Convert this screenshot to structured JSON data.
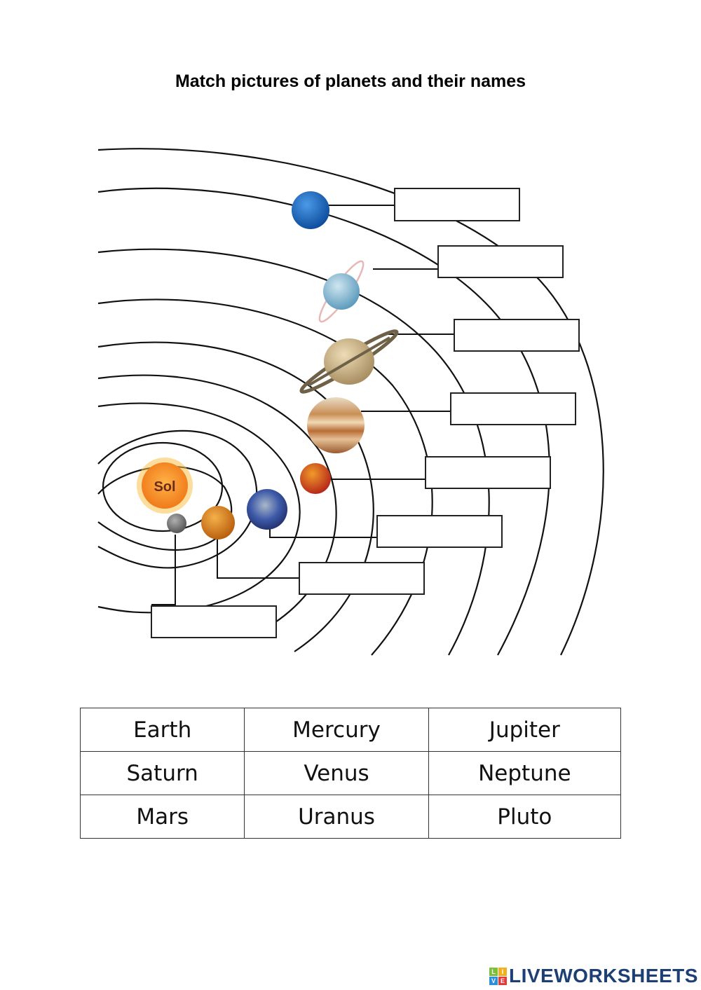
{
  "page": {
    "title": "Match pictures of planets and their names"
  },
  "diagram": {
    "sun_label": "Sol",
    "planets": [
      {
        "id": "mercury-image",
        "color": "#8a8a8a"
      },
      {
        "id": "venus-image",
        "color": "#e08a1e"
      },
      {
        "id": "earth-image",
        "color": "#3e5aa8"
      },
      {
        "id": "mars-image",
        "color": "#d4471c"
      },
      {
        "id": "jupiter-image",
        "color": "#c98f55"
      },
      {
        "id": "saturn-image",
        "color": "#cdb489"
      },
      {
        "id": "uranus-image",
        "color": "#8fbfd8"
      },
      {
        "id": "neptune-image",
        "color": "#1f6bc0"
      }
    ],
    "answer_boxes": [
      {
        "value": ""
      },
      {
        "value": ""
      },
      {
        "value": ""
      },
      {
        "value": ""
      },
      {
        "value": ""
      },
      {
        "value": ""
      },
      {
        "value": ""
      },
      {
        "value": ""
      }
    ]
  },
  "word_bank": {
    "rows": [
      [
        "Earth",
        "Mercury",
        "Jupiter"
      ],
      [
        "Saturn",
        "Venus",
        "Neptune"
      ],
      [
        "Mars",
        "Uranus",
        "Pluto"
      ]
    ]
  },
  "footer": {
    "logo_letters": [
      "L",
      "I",
      "V",
      "E"
    ],
    "logo_colors": [
      "#7cbf3a",
      "#f2b01e",
      "#2f8fd8",
      "#e33b3b"
    ],
    "logo_text": "LIVEWORKSHEETS"
  }
}
